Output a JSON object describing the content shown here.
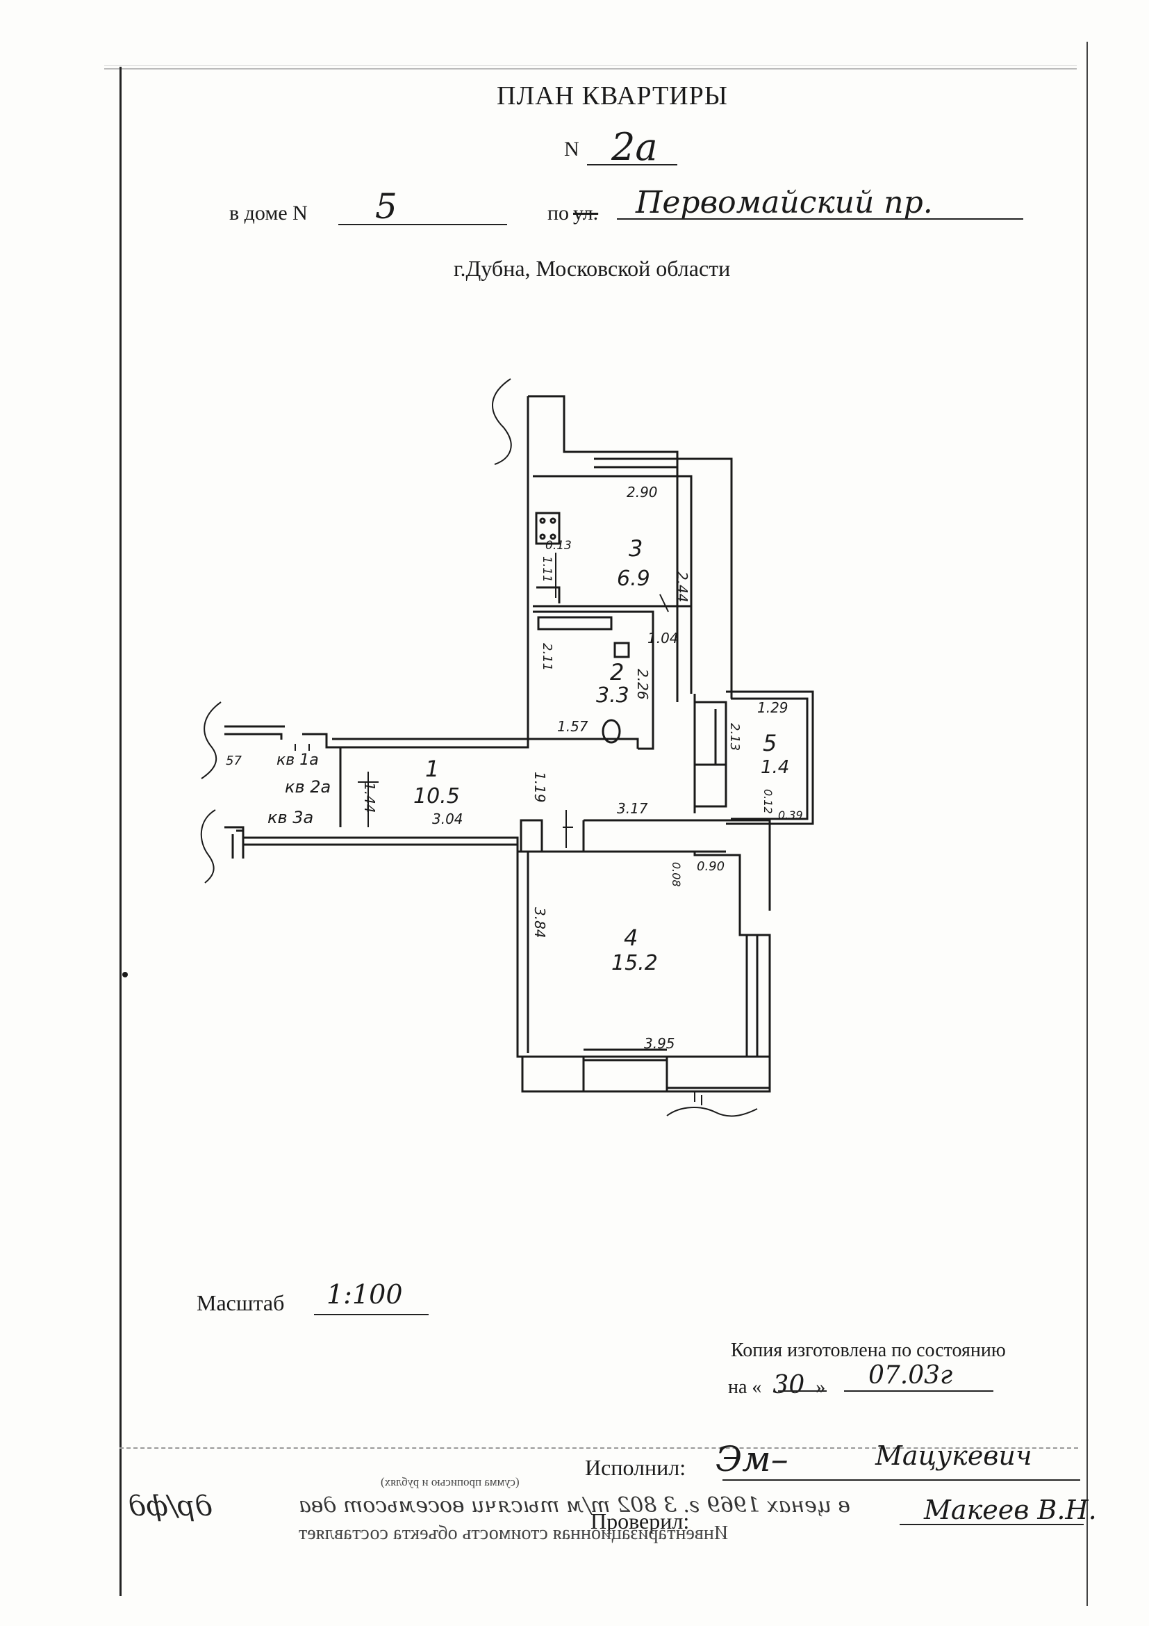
{
  "header": {
    "title": "ПЛАН КВАРТИРЫ",
    "number_label": "N",
    "number_value": "2а",
    "house_label": "в доме N",
    "house_value": "5",
    "street_label": "по",
    "street_struck": "ул.",
    "street_value": "Первомайский пр.",
    "city": "г.Дубна, Московской области"
  },
  "plan": {
    "rooms": [
      {
        "number": "1",
        "area": "10.5"
      },
      {
        "number": "2",
        "area": "3.3"
      },
      {
        "number": "3",
        "area": "6.9"
      },
      {
        "number": "4",
        "area": "15.2"
      },
      {
        "number": "5",
        "area": "1.4"
      }
    ],
    "dimensions": {
      "d290": "2.90",
      "d244": "2.44",
      "d013": "0.13",
      "d111": "1.11",
      "d104": "1.04",
      "d211": "2.11",
      "d226": "2.26",
      "d157": "1.57",
      "d129": "1.29",
      "d213": "2.13",
      "d012": "0.12",
      "d039": "0.39",
      "d144": "1.44",
      "d119": "1.19",
      "d304": "3.04",
      "d317": "3.17",
      "d008": "0.08",
      "d090": "0.90",
      "d384": "3.84",
      "d395": "3.95",
      "d57": "57"
    },
    "neighbors": {
      "apt1": "кв 1а",
      "apt2": "кв 2а",
      "apt3": "кв 3а"
    }
  },
  "footer": {
    "scale_label": "Масштаб",
    "scale_value": "1:100",
    "copy_text": "Копия изготовлена по состоянию",
    "copy_prefix": "на «",
    "copy_day": "30",
    "copy_mid": "»",
    "copy_date": "07.03г",
    "executed_label": "Исполнил:",
    "executed_name": "Мацукевич",
    "checked_label": "Проверил:",
    "checked_name": "Макеев В.Н."
  }
}
